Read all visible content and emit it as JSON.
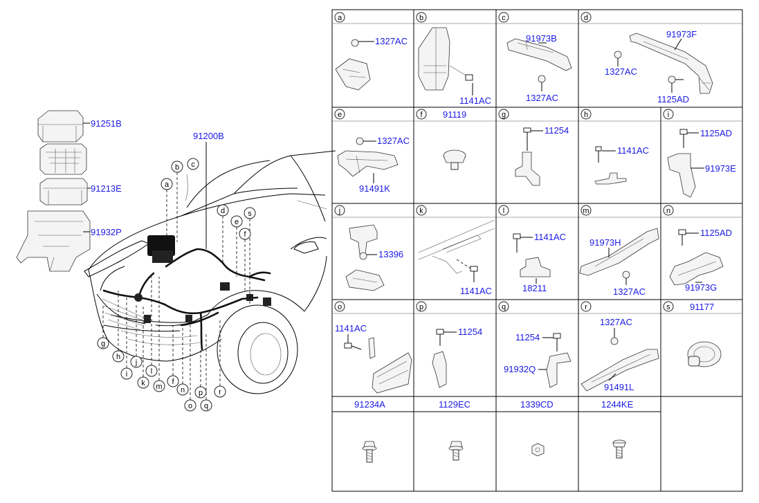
{
  "left": {
    "labels": {
      "p91251B": "91251B",
      "p91213E": "91213E",
      "p91932P": "91932P",
      "p91200B": "91200B"
    },
    "callouts": [
      "a",
      "b",
      "c",
      "d",
      "e",
      "s",
      "f",
      "g",
      "h",
      "i",
      "j",
      "k",
      "l",
      "m",
      "n",
      "o",
      "p",
      "q",
      "r"
    ],
    "callouts_bottom": [
      "f",
      "n",
      "o",
      "p",
      "q",
      "r"
    ]
  },
  "grid": {
    "row1": [
      {
        "letter": "a",
        "parts": [
          "1327AC"
        ]
      },
      {
        "letter": "b",
        "parts": [
          "1141AC"
        ]
      },
      {
        "letter": "c",
        "parts": [
          "91973B",
          "1327AC"
        ]
      },
      {
        "letter": "d",
        "parts": [
          "91973F",
          "1327AC",
          "1125AD"
        ]
      }
    ],
    "row2": [
      {
        "letter": "e",
        "parts": [
          "1327AC",
          "91491K"
        ]
      },
      {
        "letter": "f",
        "header_part": "91119"
      },
      {
        "letter": "g",
        "parts": [
          "11254"
        ]
      },
      {
        "letter": "h",
        "parts": [
          "1141AC"
        ]
      },
      {
        "letter": "i",
        "parts": [
          "1125AD",
          "91973E"
        ]
      }
    ],
    "row3": [
      {
        "letter": "j",
        "parts": [
          "13396"
        ]
      },
      {
        "letter": "k",
        "parts": [
          "1141AC"
        ]
      },
      {
        "letter": "l",
        "parts": [
          "1141AC",
          "18211"
        ]
      },
      {
        "letter": "m",
        "parts": [
          "91973H",
          "1327AC"
        ]
      },
      {
        "letter": "n",
        "parts": [
          "1125AD",
          "91973G"
        ]
      }
    ],
    "row4": [
      {
        "letter": "o",
        "parts": [
          "1141AC"
        ]
      },
      {
        "letter": "p",
        "parts": [
          "11254"
        ]
      },
      {
        "letter": "q",
        "parts": [
          "11254",
          "91932Q"
        ]
      },
      {
        "letter": "r",
        "parts": [
          "1327AC",
          "91491L"
        ]
      },
      {
        "letter": "s",
        "header_part": "91177"
      }
    ],
    "row5": [
      "91234A",
      "1129EC",
      "1339CD",
      "1244KE"
    ]
  }
}
